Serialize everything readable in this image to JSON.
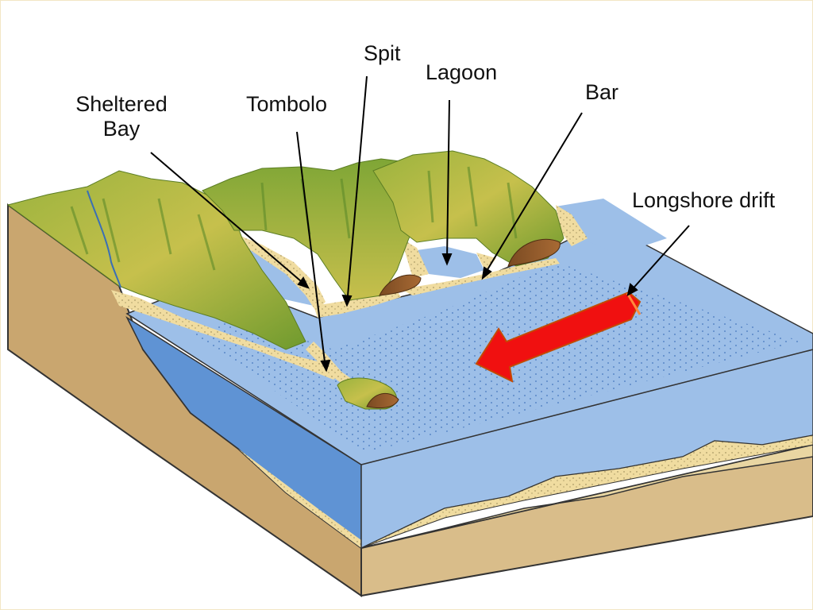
{
  "labels": {
    "spit": "Spit",
    "lagoon": "Lagoon",
    "bar": "Bar",
    "sheltered_bay_line1": "Sheltered",
    "sheltered_bay_line2": "Bay",
    "tombolo": "Tombolo",
    "longshore_drift": "Longshore drift"
  },
  "colors": {
    "sea": "#9dbfe8",
    "deep_sea": "#5f93d4",
    "sand": "#f0dca0",
    "rock": "#c9a66f",
    "hill_green": "#8aac3c",
    "hill_yellow": "#c8c24a",
    "drift_arrow": "#f01010"
  }
}
